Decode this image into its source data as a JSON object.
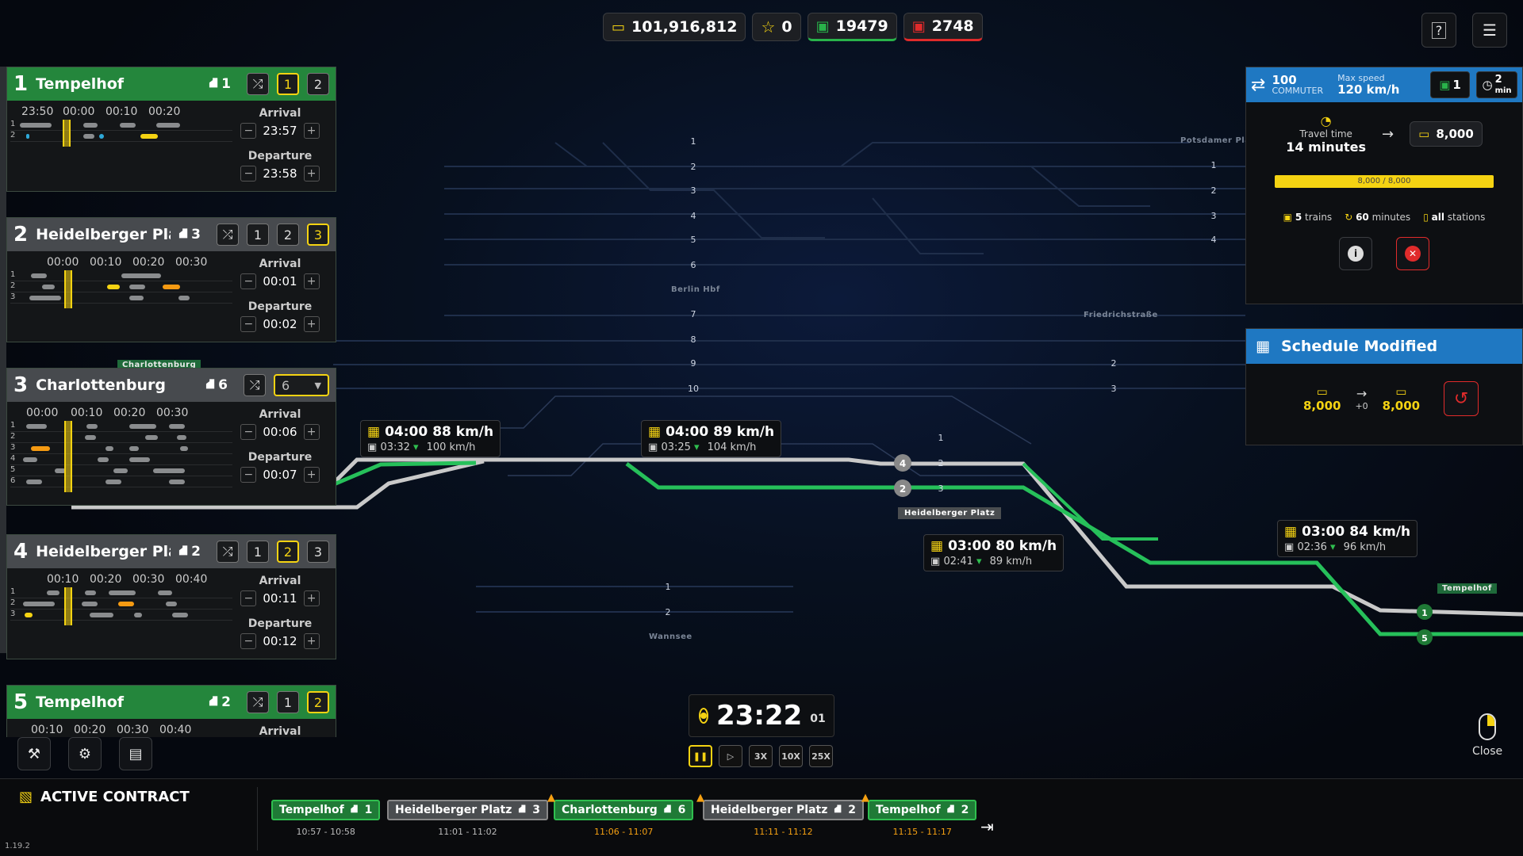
{
  "hud": {
    "money": "101,916,812",
    "stars": "0",
    "trains_green": "19479",
    "trains_red": "2748"
  },
  "schedules": [
    {
      "index": "1",
      "name": "Tempelhof",
      "platform": "1",
      "style": "green",
      "times": [
        "23:50",
        "00:00",
        "00:10",
        "00:20"
      ],
      "platform_buttons": [
        "1",
        "2"
      ],
      "selected": "1",
      "rows": [
        "1",
        "2"
      ],
      "arrival": "23:57",
      "departure": "23:58"
    },
    {
      "index": "2",
      "name": "Heidelberger Platz",
      "platform": "3",
      "style": "gray",
      "times": [
        "00:00",
        "00:10",
        "00:20",
        "00:30"
      ],
      "platform_buttons": [
        "1",
        "2",
        "3"
      ],
      "selected": "3",
      "rows": [
        "1",
        "2",
        "3"
      ],
      "arrival": "00:01",
      "departure": "00:02"
    },
    {
      "index": "3",
      "name": "Charlottenburg",
      "platform": "6",
      "style": "gray",
      "times": [
        "00:00",
        "00:10",
        "00:20",
        "00:30"
      ],
      "platform_buttons": [],
      "dropdown": "6",
      "rows": [
        "1",
        "2",
        "3",
        "4",
        "5",
        "6"
      ],
      "arrival": "00:06",
      "departure": "00:07"
    },
    {
      "index": "4",
      "name": "Heidelberger Platz",
      "platform": "2",
      "style": "gray",
      "times": [
        "00:10",
        "00:20",
        "00:30",
        "00:40"
      ],
      "platform_buttons": [
        "1",
        "2",
        "3"
      ],
      "selected": "2",
      "rows": [
        "1",
        "2",
        "3"
      ],
      "arrival": "00:11",
      "departure": "00:12"
    },
    {
      "index": "5",
      "name": "Tempelhof",
      "platform": "2",
      "style": "green",
      "times": [
        "00:10",
        "00:20",
        "00:30",
        "00:40"
      ],
      "platform_buttons": [
        "1",
        "2"
      ],
      "selected": "2",
      "rows": [],
      "arrival": "",
      "departure": ""
    }
  ],
  "labels": {
    "arrival": "Arrival",
    "departure": "Departure"
  },
  "tooltips": [
    {
      "time": "04:00",
      "speed": "88 km/h",
      "sub_time": "03:32",
      "sub_speed": "100 km/h"
    },
    {
      "time": "04:00",
      "speed": "89 km/h",
      "sub_time": "03:25",
      "sub_speed": "104 km/h"
    },
    {
      "time": "03:00",
      "speed": "80 km/h",
      "sub_time": "02:41",
      "sub_speed": "89 km/h"
    },
    {
      "time": "03:00",
      "speed": "84 km/h",
      "sub_time": "02:36",
      "sub_speed": "96 km/h"
    }
  ],
  "stations": {
    "berlin_hbf": "Berlin Hbf",
    "friedrichstrasse": "Friedrichstraße",
    "potsdamer": "Potsdamer Platz",
    "charlottenburg": "Charlottenburg",
    "heidelberger": "Heidelberger Platz",
    "wannsee": "Wannsee",
    "tempelhof": "Tempelhof"
  },
  "train_panel": {
    "capacity": "100",
    "type": "COMMUTER",
    "max_speed_label": "Max speed",
    "max_speed": "120 km/h",
    "count": "1",
    "interval": "2",
    "interval_unit": "min",
    "travel_time_label": "Travel time",
    "travel_time": "14 minutes",
    "reward": "8,000",
    "progress_text": "8,000 / 8,000",
    "progress": 1.0,
    "trains": "5",
    "trains_unit": "trains",
    "minutes": "60",
    "minutes_unit": "minutes",
    "stations_strong": "all",
    "stations_unit": "stations"
  },
  "modified_panel": {
    "title": "Schedule Modified",
    "from": "8,000",
    "delta": "+0",
    "to": "8,000"
  },
  "clock": {
    "time": "23:22",
    "seconds": "01"
  },
  "speeds": [
    "3X",
    "10X",
    "25X"
  ],
  "close_label": "Close",
  "contract": {
    "title": "ACTIVE CONTRACT",
    "stops": [
      {
        "name": "Tempelhof",
        "platform": "1",
        "time": "10:57 - 10:58",
        "style": "g",
        "warn": false
      },
      {
        "name": "Heidelberger Platz",
        "platform": "3",
        "time": "11:01 - 11:02",
        "style": "gr",
        "warn": false
      },
      {
        "name": "Charlottenburg",
        "platform": "6",
        "time": "11:06 - 11:07",
        "style": "g",
        "warn": true
      },
      {
        "name": "Heidelberger Platz",
        "platform": "2",
        "time": "11:11 - 11:12",
        "style": "gr",
        "warn": true
      },
      {
        "name": "Tempelhof",
        "platform": "2",
        "time": "11:15 - 11:17",
        "style": "g",
        "warn": true
      }
    ]
  },
  "version": "1.19.2",
  "colors": {
    "accent": "#f5d312",
    "green": "#29b34a",
    "red": "#e02b2b",
    "blue": "#1f78c2"
  }
}
